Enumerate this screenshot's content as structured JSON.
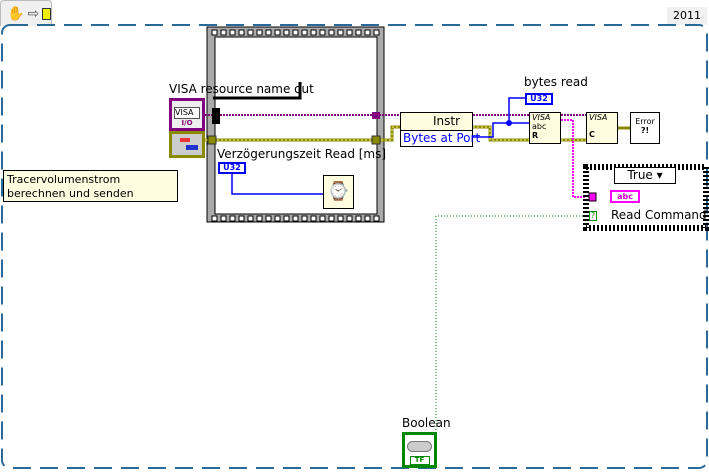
{
  "toolbar": {
    "icons": [
      "hand-icon",
      "arrow-right-icon",
      "run-highlight-icon"
    ],
    "year": "2011"
  },
  "diagram": {
    "visa_control": {
      "label": "VISA resource name out",
      "value": "VISA",
      "io": "I/O"
    },
    "delay": {
      "label": "Verzögerungszeit Read  [ms]",
      "type": "U32"
    },
    "comment": "Tracervolumenstrom berechnen und senden",
    "property_node": {
      "class": "Instr",
      "property": "Bytes at Port"
    },
    "bytes_read": {
      "label": "bytes read",
      "type": "U32"
    },
    "visa_read": {
      "title": "VISA",
      "sub": "abc",
      "mode": "R"
    },
    "visa_close": {
      "title": "VISA",
      "mode": "C"
    },
    "error_handler": {
      "text": "Error",
      "sub": "?!"
    },
    "case_structure": {
      "selector": "True",
      "indicator_label": "Read Command",
      "indicator_type": "abc",
      "selector_terminal": "?"
    },
    "boolean": {
      "label": "Boolean",
      "type": "TF"
    }
  },
  "colors": {
    "visa": "#800080",
    "error": "#8a8a00",
    "u32": "#0000ff",
    "string": "#ff00ff",
    "boolean": "#008000",
    "frame": "#2a6a9a"
  }
}
